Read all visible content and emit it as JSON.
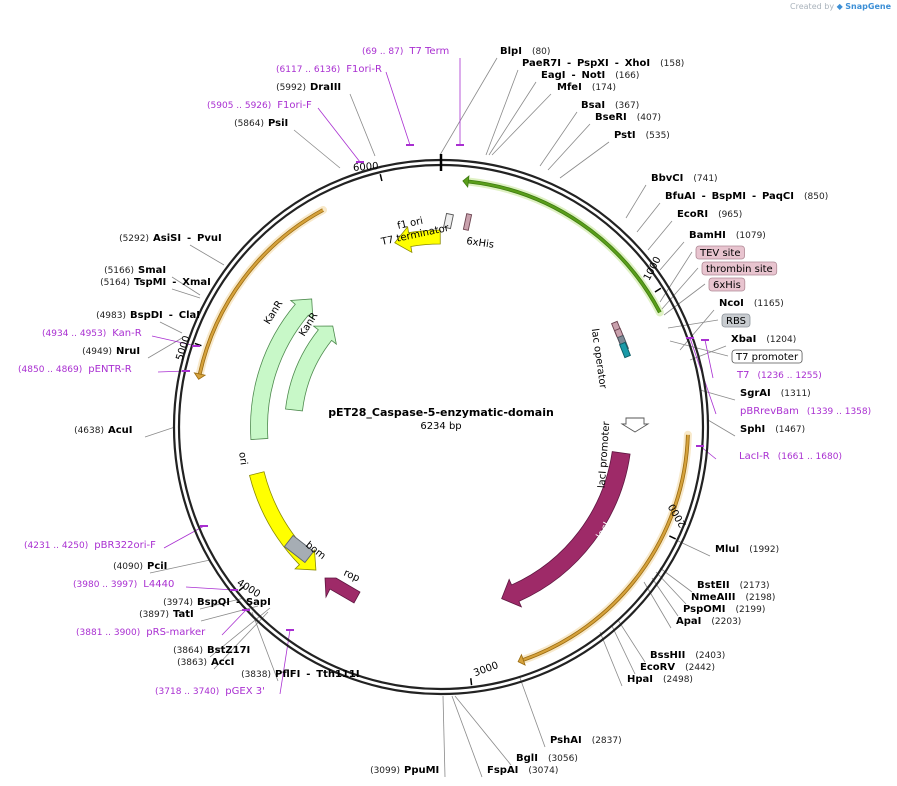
{
  "credit": {
    "prefix": "Created by",
    "brand": "SnapGene"
  },
  "plasmid": {
    "name": "pET28_Caspase-5-enzymatic-domain",
    "length_label": "6234 bp",
    "length": 6234
  },
  "ticks": [
    "1000",
    "2000",
    "3000",
    "4000",
    "5000",
    "6000"
  ],
  "enzymes": [
    {
      "parts": [
        {
          "t": "BlpI"
        }
      ],
      "pos": "(80)"
    },
    {
      "parts": [
        {
          "t": "PaeR7I"
        },
        {
          "t": "PspXI"
        },
        {
          "t": "XhoI"
        }
      ],
      "pos": "(158)"
    },
    {
      "parts": [
        {
          "t": "EagI"
        },
        {
          "t": "NotI"
        }
      ],
      "pos": "(166)"
    },
    {
      "parts": [
        {
          "t": "MfeI"
        }
      ],
      "pos": "(174)"
    },
    {
      "parts": [
        {
          "t": "BsaI"
        }
      ],
      "pos": "(367)"
    },
    {
      "parts": [
        {
          "t": "BseRI"
        }
      ],
      "pos": "(407)"
    },
    {
      "parts": [
        {
          "t": "PstI"
        }
      ],
      "pos": "(535)"
    },
    {
      "parts": [
        {
          "t": "BbvCI"
        }
      ],
      "pos": "(741)"
    },
    {
      "parts": [
        {
          "t": "BfuAI"
        },
        {
          "t": "BspMI"
        },
        {
          "t": "PaqCI"
        }
      ],
      "pos": "(850)"
    },
    {
      "parts": [
        {
          "t": "EcoRI"
        }
      ],
      "pos": "(965)"
    },
    {
      "parts": [
        {
          "t": "BamHI"
        }
      ],
      "pos": "(1079)"
    },
    {
      "parts": [
        {
          "t": "NcoI"
        }
      ],
      "pos": "(1165)"
    },
    {
      "parts": [
        {
          "t": "XbaI"
        }
      ],
      "pos": "(1204)"
    },
    {
      "parts": [
        {
          "t": "SgrAI"
        }
      ],
      "pos": "(1311)"
    },
    {
      "parts": [
        {
          "t": "SphI"
        }
      ],
      "pos": "(1467)"
    },
    {
      "parts": [
        {
          "t": "MluI"
        }
      ],
      "pos": "(1992)"
    },
    {
      "parts": [
        {
          "t": "BstEII"
        }
      ],
      "pos": "(2173)"
    },
    {
      "parts": [
        {
          "t": "NmeAIII"
        }
      ],
      "pos": "(2198)"
    },
    {
      "parts": [
        {
          "t": "PspOMI"
        }
      ],
      "pos": "(2199)"
    },
    {
      "parts": [
        {
          "t": "ApaI"
        }
      ],
      "pos": "(2203)"
    },
    {
      "parts": [
        {
          "t": "BssHII"
        }
      ],
      "pos": "(2403)"
    },
    {
      "parts": [
        {
          "t": "EcoRV"
        }
      ],
      "pos": "(2442)"
    },
    {
      "parts": [
        {
          "t": "HpaI"
        }
      ],
      "pos": "(2498)"
    },
    {
      "parts": [
        {
          "t": "PshAI"
        }
      ],
      "pos": "(2837)"
    },
    {
      "parts": [
        {
          "t": "BglI"
        }
      ],
      "pos": "(3056)"
    },
    {
      "parts": [
        {
          "t": "FspAI"
        }
      ],
      "pos": "(3074)"
    },
    {
      "parts": [
        {
          "t": "PpuMI"
        }
      ],
      "pos": "(3099)"
    },
    {
      "parts": [
        {
          "t": "PflFI"
        },
        {
          "t": "Tth111I"
        }
      ],
      "pos": "(3838)"
    },
    {
      "parts": [
        {
          "t": "AccI"
        }
      ],
      "pos": "(3863)"
    },
    {
      "parts": [
        {
          "t": "BstZ17I"
        }
      ],
      "pos": "(3864)"
    },
    {
      "parts": [
        {
          "t": "TatI"
        }
      ],
      "pos": "(3897)"
    },
    {
      "parts": [
        {
          "t": "BspQI"
        },
        {
          "t": "SapI"
        }
      ],
      "pos": "(3974)"
    },
    {
      "parts": [
        {
          "t": "PciI"
        }
      ],
      "pos": "(4090)"
    },
    {
      "parts": [
        {
          "t": "AcuI"
        }
      ],
      "pos": "(4638)"
    },
    {
      "parts": [
        {
          "t": "NruI"
        }
      ],
      "pos": "(4949)"
    },
    {
      "parts": [
        {
          "t": "BspDI"
        },
        {
          "t": "ClaI"
        }
      ],
      "pos": "(4983)"
    },
    {
      "parts": [
        {
          "t": "TspMI"
        },
        {
          "t": "XmaI"
        }
      ],
      "pos": "(5164)"
    },
    {
      "parts": [
        {
          "t": "SmaI"
        }
      ],
      "pos": "(5166)"
    },
    {
      "parts": [
        {
          "t": "AsiSI"
        },
        {
          "t": "PvuI"
        }
      ],
      "pos": "(5292)"
    },
    {
      "parts": [
        {
          "t": "PsiI"
        }
      ],
      "pos": "(5864)"
    },
    {
      "parts": [
        {
          "t": "DraIII"
        }
      ],
      "pos": "(5992)"
    }
  ],
  "primers": [
    {
      "name": "T7 Term",
      "pos": "(69 .. 87)"
    },
    {
      "name": "F1ori-R",
      "pos": "(6117 .. 6136)"
    },
    {
      "name": "F1ori-F",
      "pos": "(5905 .. 5926)"
    },
    {
      "name": "T7",
      "pos": "(1236 .. 1255)"
    },
    {
      "name": "pBRrevBam",
      "pos": "(1339 .. 1358)"
    },
    {
      "name": "LacI-R",
      "pos": "(1661 .. 1680)"
    },
    {
      "name": "Kan-R",
      "pos": "(4934 .. 4953)"
    },
    {
      "name": "pENTR-R",
      "pos": "(4850 .. 4869)"
    },
    {
      "name": "pBR322ori-F",
      "pos": "(4231 .. 4250)"
    },
    {
      "name": "L4440",
      "pos": "(3980 .. 3997)"
    },
    {
      "name": "pRS-marker",
      "pos": "(3881 .. 3900)"
    },
    {
      "name": "pGEX 3'",
      "pos": "(3718 .. 3740)"
    }
  ],
  "feature_boxes": [
    {
      "name": "TEV site",
      "fill": "#e8c4cf",
      "stroke": "#b08a96"
    },
    {
      "name": "thrombin site",
      "fill": "#e8c4cf",
      "stroke": "#b08a96"
    },
    {
      "name": "6xHis",
      "fill": "#e8c4cf",
      "stroke": "#b08a96"
    },
    {
      "name": "RBS",
      "fill": "#c8ccd0",
      "stroke": "#8c939a"
    },
    {
      "name": "T7 promoter",
      "fill": "#ffffff",
      "stroke": "#555555"
    }
  ],
  "features": [
    {
      "name": "f1 ori",
      "color": "#ffff00"
    },
    {
      "name": "T7 terminator",
      "color": "#dddddd"
    },
    {
      "name": "6xHis",
      "color": "#c9a1ad"
    },
    {
      "name": "KanR",
      "color": "#c8f8c8"
    },
    {
      "name": "KanR",
      "color": "#c8f8c8"
    },
    {
      "name": "ori",
      "color": "#ffff00"
    },
    {
      "name": "bom",
      "color": "#a6adb4"
    },
    {
      "name": "rop",
      "color": "#9e2a68"
    },
    {
      "name": "lacI",
      "color": "#9e2a68"
    },
    {
      "name": "lacI promoter",
      "color": "#ffffff"
    },
    {
      "name": "lac operator",
      "color": "#7e8a96"
    }
  ]
}
